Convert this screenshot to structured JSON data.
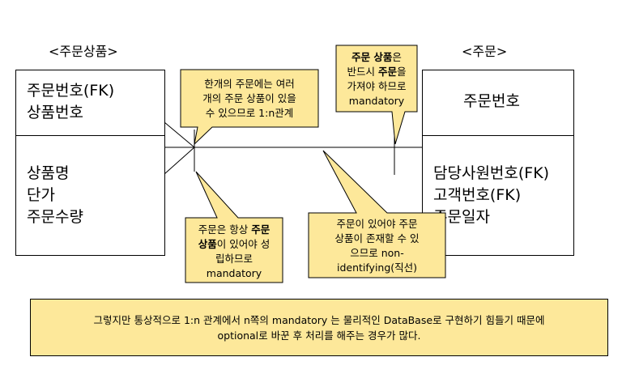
{
  "colors": {
    "callout_fill": "#FDE89A",
    "stroke": "#000000"
  },
  "entities": {
    "order_product": {
      "title": "<주문상품>",
      "key_attrs": [
        "주문번호(FK)",
        "상품번호"
      ],
      "attrs": [
        "상품명",
        "단가",
        "주문수량"
      ]
    },
    "order": {
      "title": "<주문>",
      "key_attrs": [
        "주문번호"
      ],
      "attrs": [
        "담당사원번호(FK)",
        "고객번호(FK)",
        "주문일자"
      ]
    }
  },
  "callouts": {
    "one_to_many": {
      "lines": [
        "한개의 주문에는 여러",
        "개의 주문 상품이 있을",
        "수 있으므로 1:n관계"
      ]
    },
    "order_mandatory": {
      "lines": [
        [
          {
            "t": "주문 상품",
            "b": true
          },
          {
            "t": "은",
            "b": false
          }
        ],
        [
          {
            "t": "반드시 ",
            "b": false
          },
          {
            "t": "주문",
            "b": true
          },
          {
            "t": "을",
            "b": false
          }
        ],
        [
          {
            "t": "가져야 하므로",
            "b": false
          }
        ],
        [
          {
            "t": "mandatory",
            "b": false
          }
        ]
      ]
    },
    "order_product_mandatory": {
      "lines": [
        [
          {
            "t": "주문은 항상 ",
            "b": false
          },
          {
            "t": "주문",
            "b": true
          }
        ],
        [
          {
            "t": "상품",
            "b": true
          },
          {
            "t": "이 있어야 성",
            "b": false
          }
        ],
        [
          {
            "t": "립하므로",
            "b": false
          }
        ],
        [
          {
            "t": "mandatory",
            "b": false
          }
        ]
      ]
    },
    "non_identifying": {
      "lines": [
        "주문이 있어야 주문",
        "상품이 존재할 수 있",
        "으므로 non-",
        "identifying(직선)"
      ]
    }
  },
  "note": {
    "line1": "그렇지만 통상적으로 1:n 관계에서 n쪽의 mandatory 는 물리적인 DataBase로 구현하기 힘들기 때문에",
    "line2": "optional로 바꾼 후 처리를 해주는 경우가 많다."
  }
}
